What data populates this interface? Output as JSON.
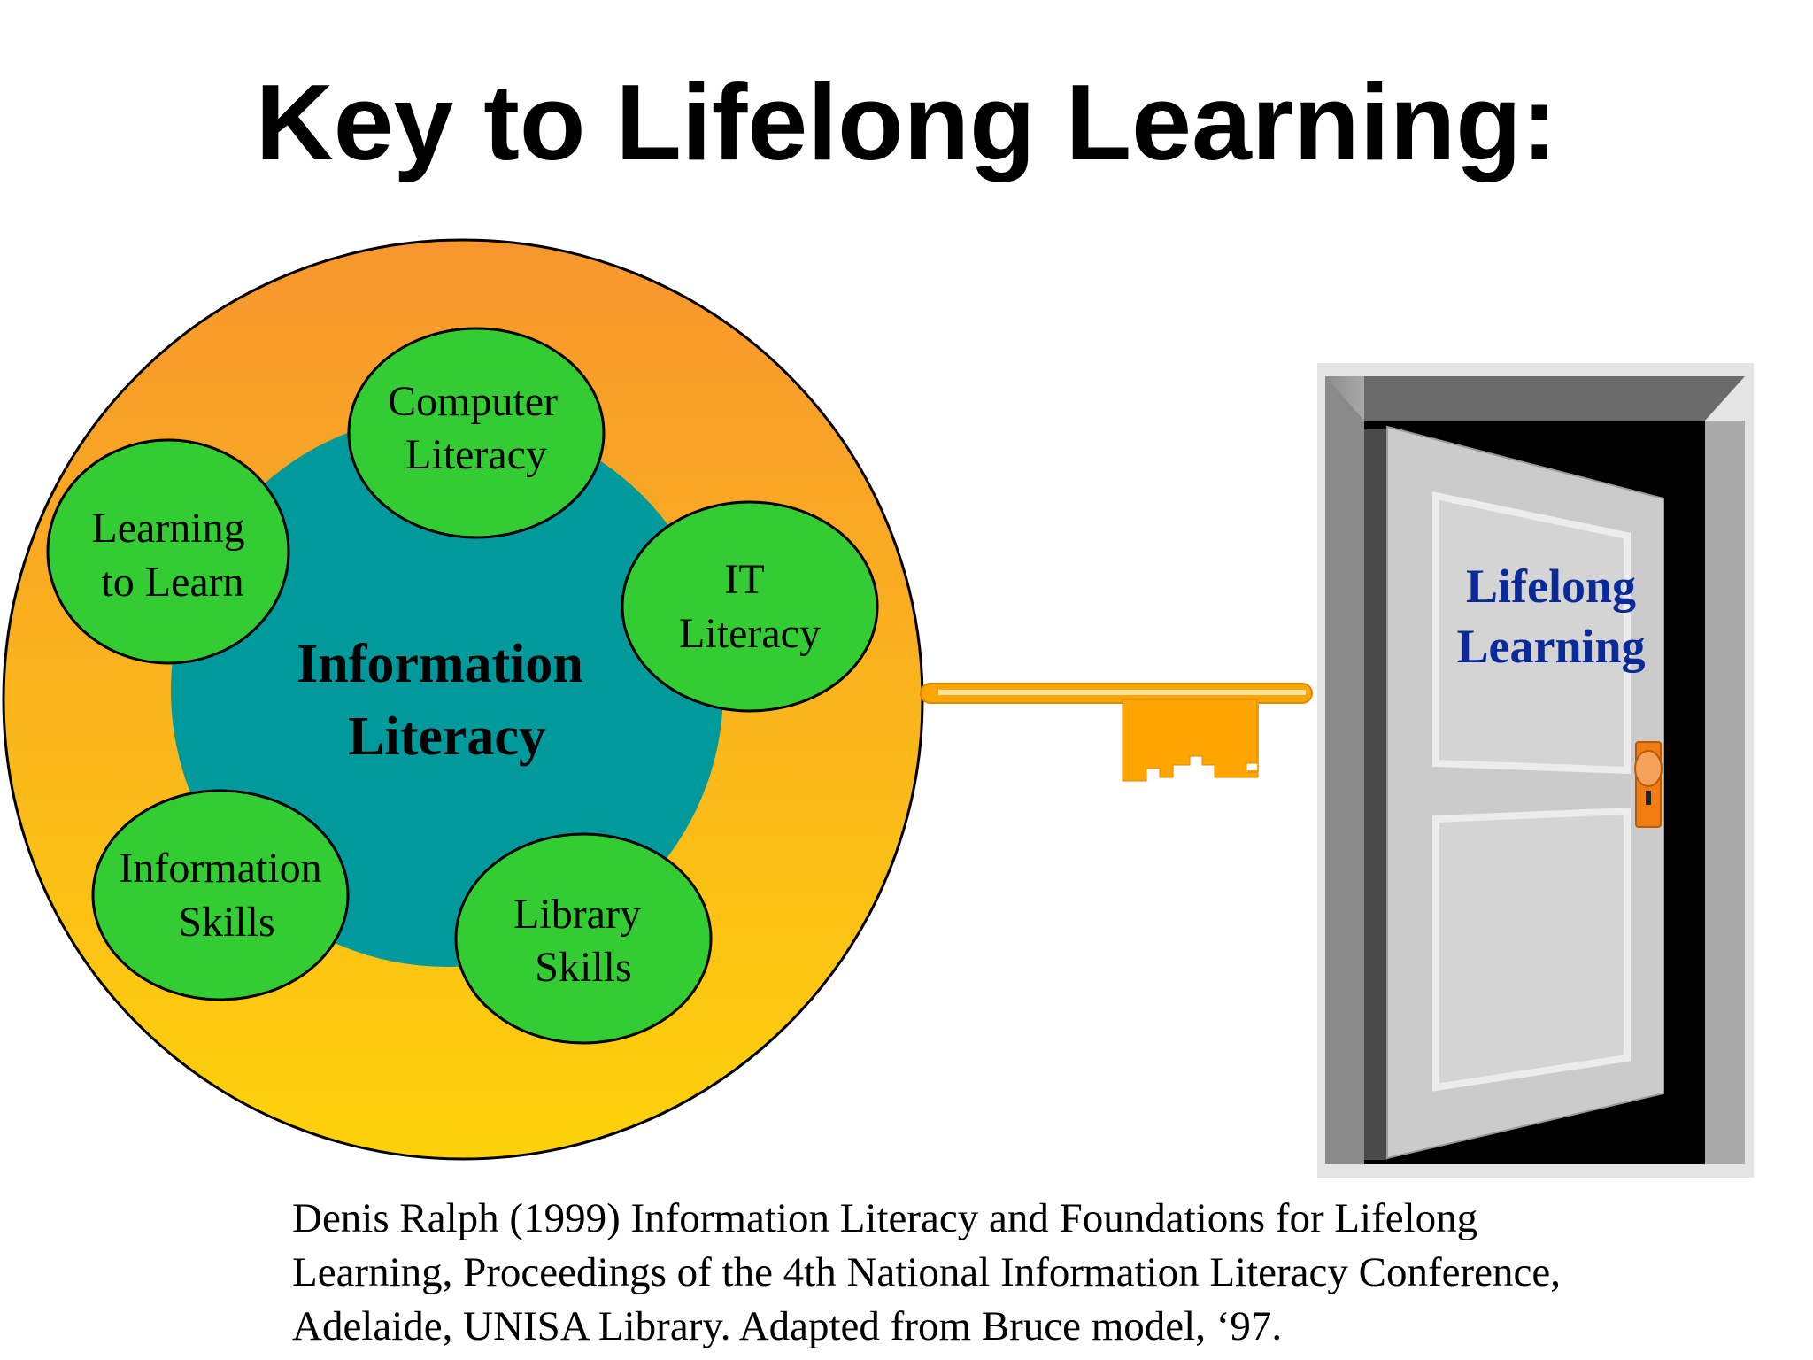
{
  "title": "Key to Lifelong Learning:",
  "circle": {
    "center_label_line1": "Information",
    "center_label_line2": "Literacy",
    "nodes": [
      {
        "line1": "Computer",
        "line2": "Literacy"
      },
      {
        "line1": "IT",
        "line2": "Literacy"
      },
      {
        "line1": "Library",
        "line2": "Skills"
      },
      {
        "line1": "Information",
        "line2": "Skills"
      },
      {
        "line1": "Learning",
        "line2": "to Learn"
      }
    ]
  },
  "door": {
    "label_line1": "Lifelong",
    "label_line2": "Learning"
  },
  "citation": {
    "line1": "Denis Ralph (1999) Information Literacy and Foundations for Lifelong",
    "line2": "Learning, Proceedings of the 4th National Information Literacy Conference,",
    "line3": "Adelaide, UNISA Library. Adapted from Bruce model, ‘97."
  },
  "colors": {
    "outer_ring_top": "#f7962e",
    "outer_ring_bottom": "#fdd20a",
    "inner_circle": "#00999c",
    "node_fill": "#33cc33",
    "key": "#ffa500",
    "door_text": "#0a2a9a",
    "door_frame": "#a8a8a8",
    "door_panel": "#cbcbcb"
  }
}
